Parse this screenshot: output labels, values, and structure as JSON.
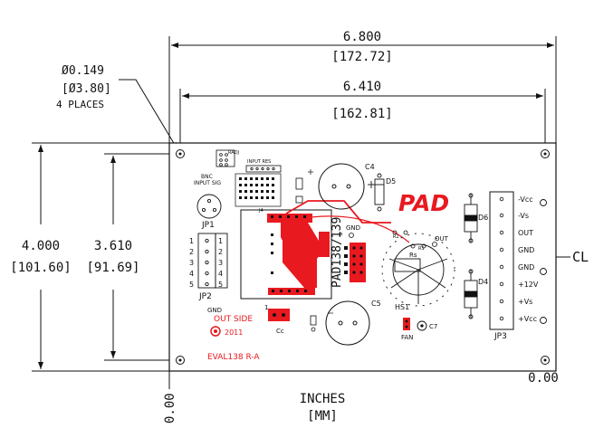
{
  "dimensions": {
    "width_outer": "6.800",
    "width_outer_mm": "[172.72]",
    "width_inner": "6.410",
    "width_inner_mm": "[162.81]",
    "height_outer": "4.000",
    "height_outer_mm": "[101.60]",
    "height_inner": "3.610",
    "height_inner_mm": "[91.69]",
    "hole_diameter": "Ø0.149",
    "hole_diameter_mm": "[Ø3.80]",
    "hole_count": "4 PLACES",
    "origin_x": "0.00",
    "origin_y": "0.00",
    "units_primary": "INCHES",
    "units_secondary": "[MM]",
    "centerline": "CL"
  },
  "board": {
    "logo": "PAD",
    "part_number": "PAD138/139",
    "revision_label": "EVAL138 R-A",
    "out_side": "OUT SIDE",
    "year": "2011",
    "colors": {
      "accent": "#e8191f",
      "line": "#111111"
    }
  },
  "components": {
    "jp1": "JP1",
    "jp2": "JP2",
    "jp3": "JP3",
    "c4": "C4",
    "c5": "C5",
    "c7": "C7",
    "cc": "Cc",
    "d4": "D4",
    "d5": "D5",
    "d6": "D6",
    "hs1": "HS1",
    "fan": "FAN",
    "rs": "Rs",
    "r1": "R1",
    "r2": "R2",
    "out_pad": "OUT",
    "gnd_pad": "GND",
    "gnd_jp2": "GND",
    "p_label": "P",
    "radj": "RADJ",
    "bnc": "BNC",
    "input_sig": "INPUT SIG",
    "input_res": "INPUT RES",
    "j4": "J4",
    "one": "1"
  },
  "jp2_pins": [
    "1",
    "2",
    "3",
    "4",
    "5"
  ],
  "jp3_labels": [
    "-Vcc",
    "-Vs",
    "OUT",
    "GND",
    "GND",
    "+12V",
    "+Vs",
    "+Vcc"
  ]
}
